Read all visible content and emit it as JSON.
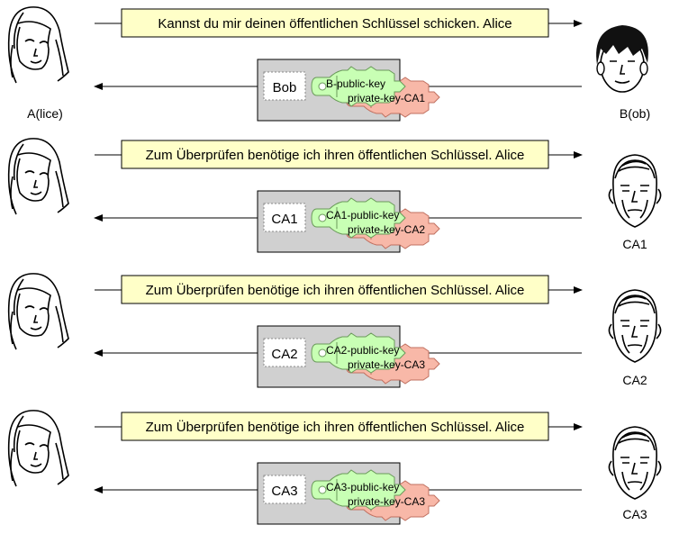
{
  "alice_label": "A(lice)",
  "colors": {
    "message_fill": "#ffffc8",
    "cert_fill": "#d0d0d0",
    "public_key_fill": "#c8ffb4",
    "private_key_fill": "#f8b8a8"
  },
  "rows": [
    {
      "message": "Kannst du mir deinen öffentlichen Schlüssel schicken. Alice",
      "owner": "Bob",
      "public_key": "B-public-key",
      "private_key": "private-key-CA1",
      "responder": "B(ob)",
      "responder_icon": "bob-face-icon"
    },
    {
      "message": "Zum Überprüfen benötige ich ihren öffentlichen Schlüssel. Alice",
      "owner": "CA1",
      "public_key": "CA1-public-key",
      "private_key": "private-key-CA2",
      "responder": "CA1",
      "responder_icon": "ca-face-icon"
    },
    {
      "message": "Zum Überprüfen benötige ich ihren öffentlichen Schlüssel. Alice",
      "owner": "CA2",
      "public_key": "CA2-public-key",
      "private_key": "private-key-CA3",
      "responder": "CA2",
      "responder_icon": "ca-face-icon"
    },
    {
      "message": "Zum Überprüfen benötige ich ihren öffentlichen Schlüssel. Alice",
      "owner": "CA3",
      "public_key": "CA3-public-key",
      "private_key": "private-key-CA3",
      "responder": "CA3",
      "responder_icon": "ca-face-icon"
    }
  ]
}
